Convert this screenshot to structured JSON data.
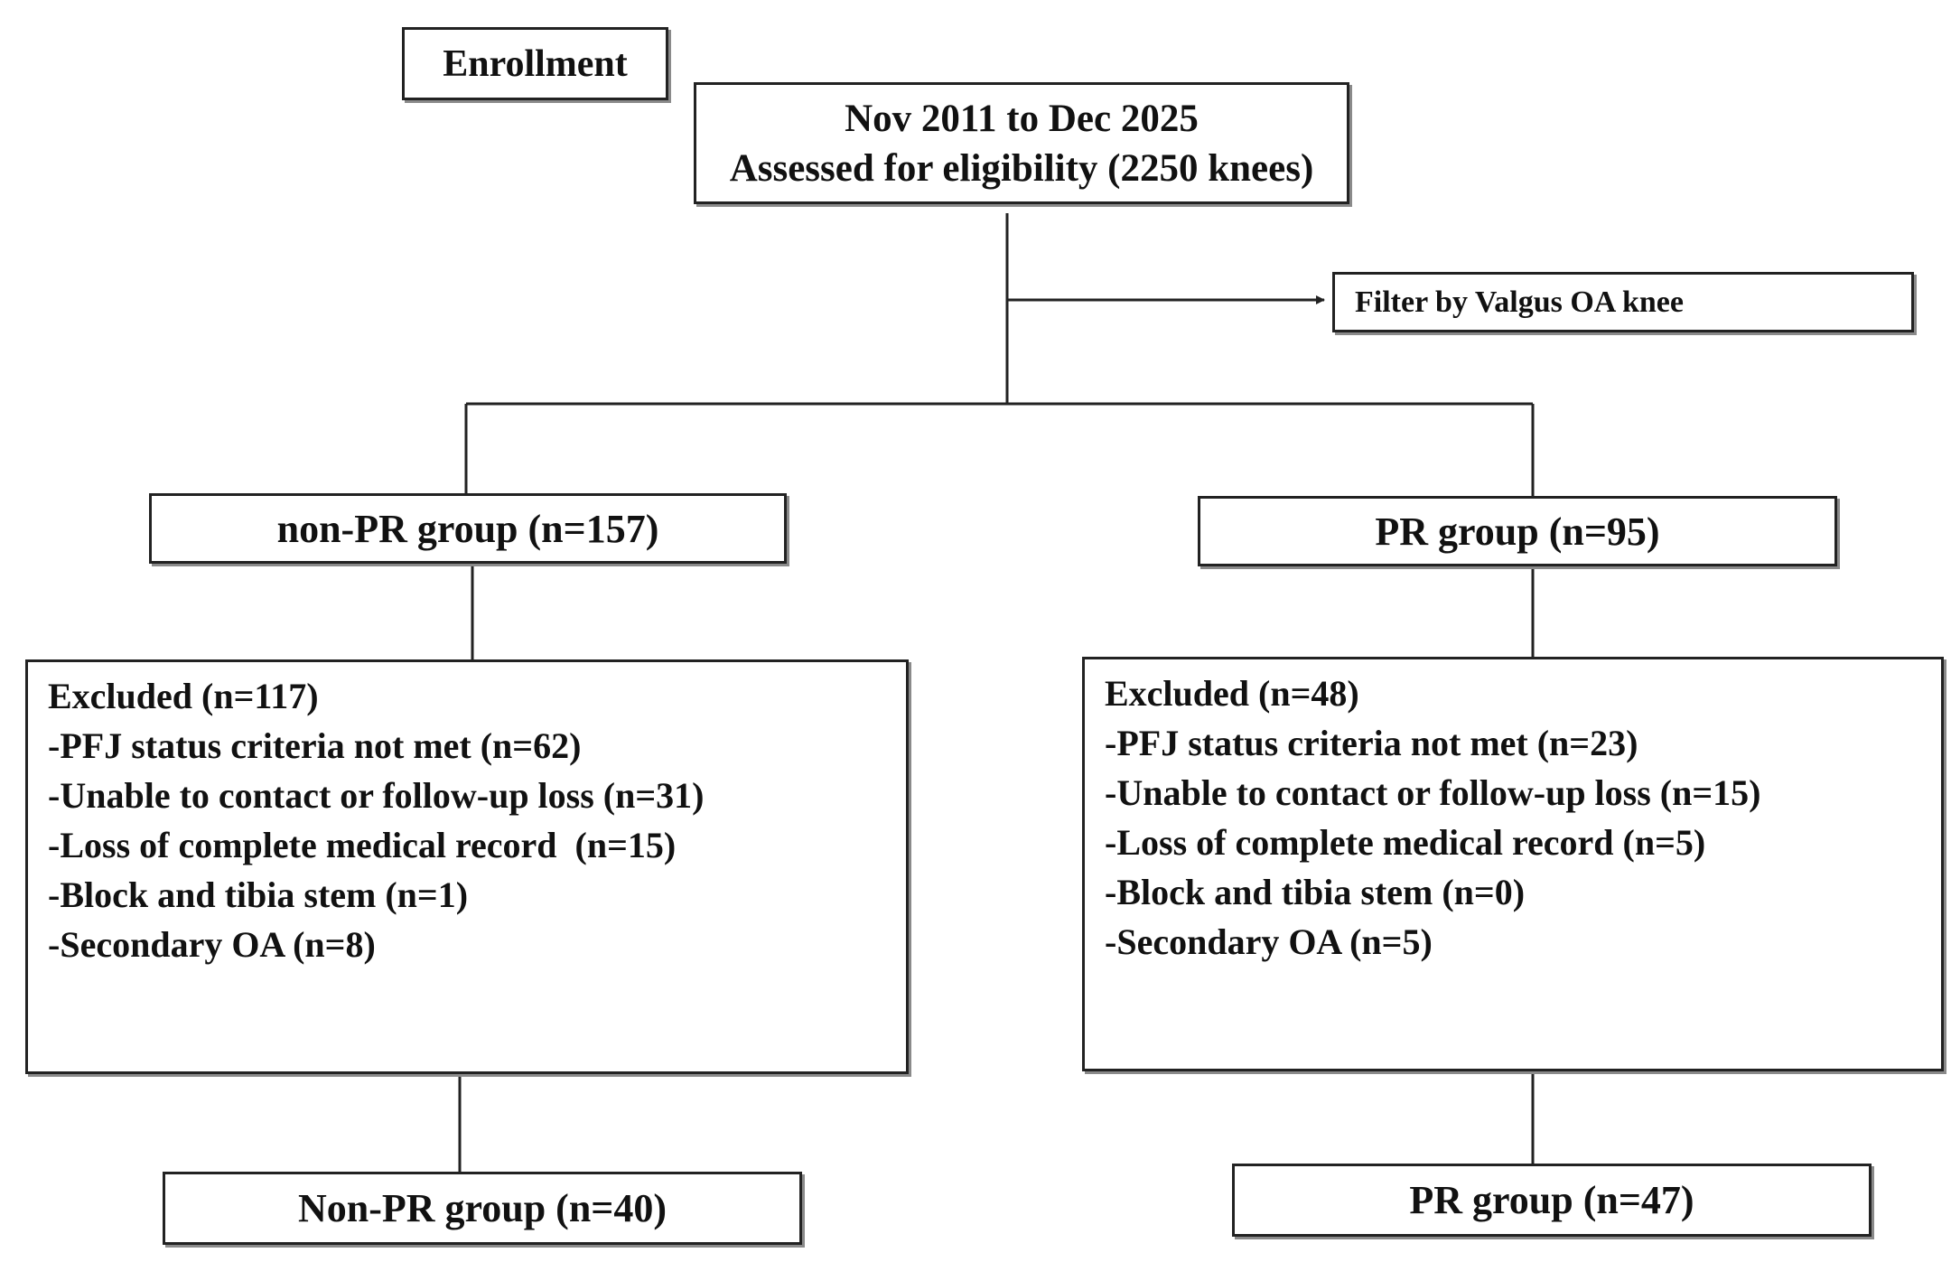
{
  "enrollment": {
    "label": "Enrollment"
  },
  "assessment": {
    "line1": "Nov 2011 to Dec 2025",
    "line2": "Assessed for eligibility (2250 knees)"
  },
  "filter": {
    "label": "Filter by Valgus OA knee"
  },
  "left": {
    "group": "non-PR group (n=157)",
    "excluded": {
      "title": "Excluded (n=117)",
      "items": [
        "-PFJ status criteria not met (n=62)",
        "-Unable to contact or follow-up loss (n=31)",
        "-Loss of complete medical record  (n=15)",
        "-Block and tibia stem (n=1)",
        "-Secondary OA (n=8)"
      ]
    },
    "final": "Non-PR group (n=40)"
  },
  "right": {
    "group": "PR group (n=95)",
    "excluded": {
      "title": "Excluded (n=48)",
      "items": [
        "-PFJ status criteria not met (n=23)",
        "-Unable to contact or follow-up loss (n=15)",
        "-Loss of complete medical record (n=5)",
        "-Block and tibia stem (n=0)",
        "-Secondary OA (n=5)"
      ]
    },
    "final": "PR group (n=47)"
  }
}
